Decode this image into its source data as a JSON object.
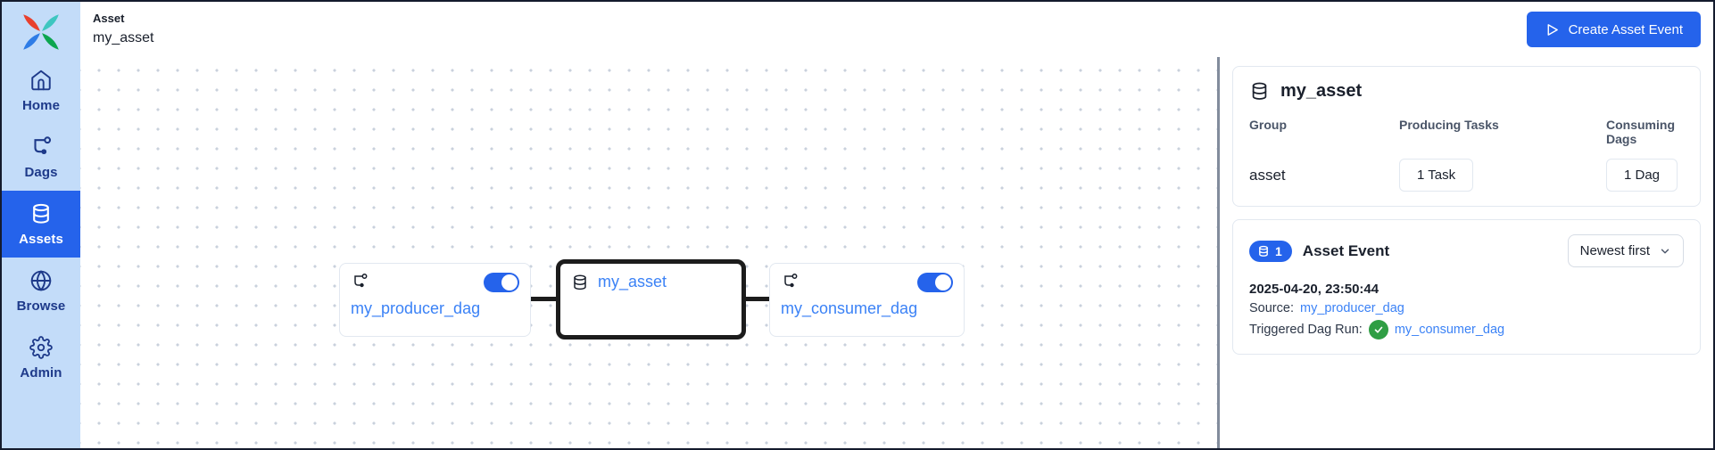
{
  "colors": {
    "accent_blue": "#2563eb",
    "sidebar_bg": "#c3dcf9",
    "sidebar_text": "#1e3a8a",
    "link_blue": "#3b82f6",
    "node_border_dark": "#1c1c1c",
    "success_green": "#2f9e44",
    "card_border": "#e2e8f0"
  },
  "sidebar": {
    "items": [
      {
        "label": "Home",
        "icon": "home-icon",
        "active": false
      },
      {
        "label": "Dags",
        "icon": "dag-icon",
        "active": false
      },
      {
        "label": "Assets",
        "icon": "database-icon",
        "active": true
      },
      {
        "label": "Browse",
        "icon": "globe-icon",
        "active": false
      },
      {
        "label": "Admin",
        "icon": "gear-icon",
        "active": false
      }
    ]
  },
  "header": {
    "breadcrumb": "Asset",
    "title": "my_asset",
    "create_button": "Create Asset Event"
  },
  "graph": {
    "nodes": [
      {
        "id": "producer",
        "type": "dag",
        "label": "my_producer_dag",
        "toggle_on": true
      },
      {
        "id": "asset",
        "type": "asset",
        "label": "my_asset"
      },
      {
        "id": "consumer",
        "type": "dag",
        "label": "my_consumer_dag",
        "toggle_on": true
      }
    ],
    "edges": [
      {
        "from": "producer",
        "to": "asset"
      },
      {
        "from": "asset",
        "to": "consumer"
      }
    ]
  },
  "panel": {
    "asset_card": {
      "title": "my_asset",
      "group_label": "Group",
      "group_value": "asset",
      "producing_label": "Producing Tasks",
      "producing_value": "1 Task",
      "consuming_label": "Consuming Dags",
      "consuming_value": "1 Dag"
    },
    "events_card": {
      "count": "1",
      "title": "Asset Event",
      "sort_value": "Newest first",
      "event": {
        "timestamp": "2025-04-20, 23:50:44",
        "source_label": "Source:",
        "source_link": "my_producer_dag",
        "triggered_label": "Triggered Dag Run:",
        "triggered_link": "my_consumer_dag"
      }
    }
  }
}
